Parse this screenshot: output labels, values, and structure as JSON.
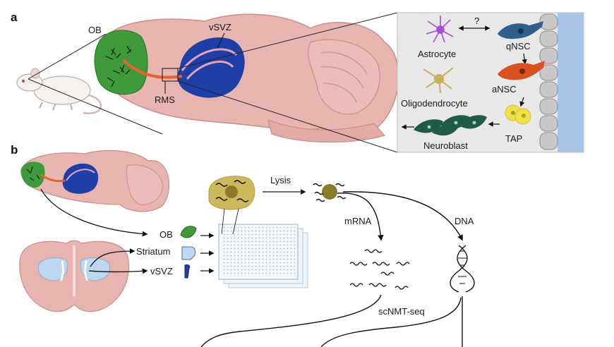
{
  "panels": {
    "a": {
      "label": "a",
      "brain_labels": {
        "ob": "OB",
        "vsvz": "vSVZ",
        "rms": "RMS"
      },
      "inset": {
        "question_mark": "?",
        "cells": {
          "astrocyte": "Astrocyte",
          "qnsc": "qNSC",
          "oligodendrocyte": "Oligodendrocyte",
          "ansc": "aNSC",
          "tap": "TAP",
          "neuroblast": "Neuroblast"
        }
      }
    },
    "b": {
      "label": "b",
      "regions": {
        "ob": "OB",
        "striatum": "Striatum",
        "vsvz": "vSVZ"
      },
      "steps": {
        "lysis": "Lysis",
        "mrna": "mRNA",
        "dna": "DNA",
        "method": "scNMT-seq"
      }
    }
  },
  "colors": {
    "brain_pink": "#e8b4b0",
    "brain_outline": "#c98e8a",
    "ob_green": "#3f9a3c",
    "vsvz_blue": "#1f3fa6",
    "rms_orange": "#e8622a",
    "astrocyte_purple": "#a64ed6",
    "qnsc_blue": "#2f5f8a",
    "ansc_orange": "#d9521f",
    "tap_yellow": "#f0e04a",
    "neuroblast_green": "#1f5c48",
    "oligo_khaki": "#c9b15a",
    "inset_bg": "#e8e8e8",
    "ventricle_blue": "#a9c4e6"
  },
  "icons": [
    "mouse",
    "sagittal-brain",
    "coronal-brain",
    "plate-stack",
    "cell-lysate",
    "dna-helix"
  ]
}
